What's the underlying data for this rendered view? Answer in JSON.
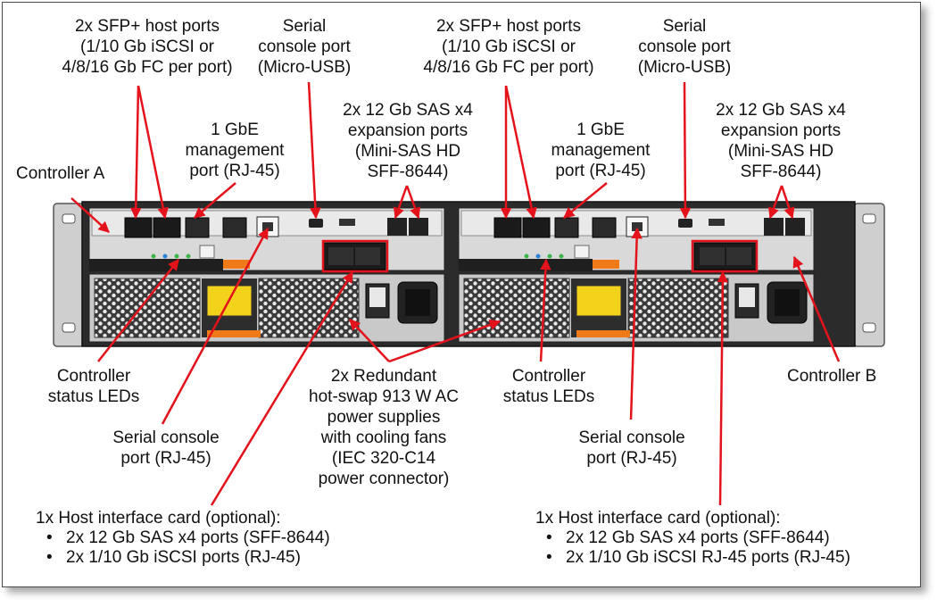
{
  "labels": {
    "sfp_a": [
      "2x SFP+ host ports",
      "(1/10 Gb iSCSI or",
      "4/8/16 Gb FC per port)"
    ],
    "serial_usb_a": [
      "Serial",
      "console port",
      "(Micro-USB)"
    ],
    "sfp_b": [
      "2x SFP+ host ports",
      "(1/10 Gb iSCSI or",
      "4/8/16 Gb FC per port)"
    ],
    "serial_usb_b": [
      "Serial",
      "console port",
      "(Micro-USB)"
    ],
    "mgmt_a": [
      "1 GbE",
      "management",
      "port (RJ-45)"
    ],
    "sas_a": [
      "2x 12 Gb SAS x4",
      "expansion ports",
      "(Mini-SAS HD",
      "SFF-8644)"
    ],
    "mgmt_b": [
      "1 GbE",
      "management",
      "port (RJ-45)"
    ],
    "sas_b": [
      "2x 12 Gb SAS x4",
      "expansion ports",
      "(Mini-SAS HD",
      "SFF-8644)"
    ],
    "controller_a": [
      "Controller A"
    ],
    "controller_b": [
      "Controller B"
    ],
    "status_a": [
      "Controller",
      "status LEDs"
    ],
    "status_b": [
      "Controller",
      "status LEDs"
    ],
    "psu": [
      "2x Redundant",
      "hot-swap 913 W AC",
      "power supplies",
      "with cooling fans",
      "(IEC 320-C14",
      "power connector)"
    ],
    "serial_rj_a": [
      "Serial console",
      "port (RJ-45)"
    ],
    "serial_rj_b": [
      "Serial console",
      "port (RJ-45)"
    ]
  },
  "hic_a": {
    "title": "1x Host interface card (optional):",
    "items": [
      "2x 12 Gb SAS x4 ports (SFF-8644)",
      "2x 1/10 Gb iSCSI ports (RJ-45)"
    ]
  },
  "hic_b": {
    "title": "1x Host interface card (optional):",
    "items": [
      "2x 12 Gb SAS x4 ports (SFF-8644)",
      "2x 1/10 Gb iSCSI RJ-45 ports (RJ-45)"
    ]
  },
  "colors": {
    "callout": "#e4121b",
    "chassis": "#2b2b2b",
    "panel": "#d9d9d9",
    "accent_orange": "#f07a1a",
    "warning_yellow": "#f2d21b"
  }
}
